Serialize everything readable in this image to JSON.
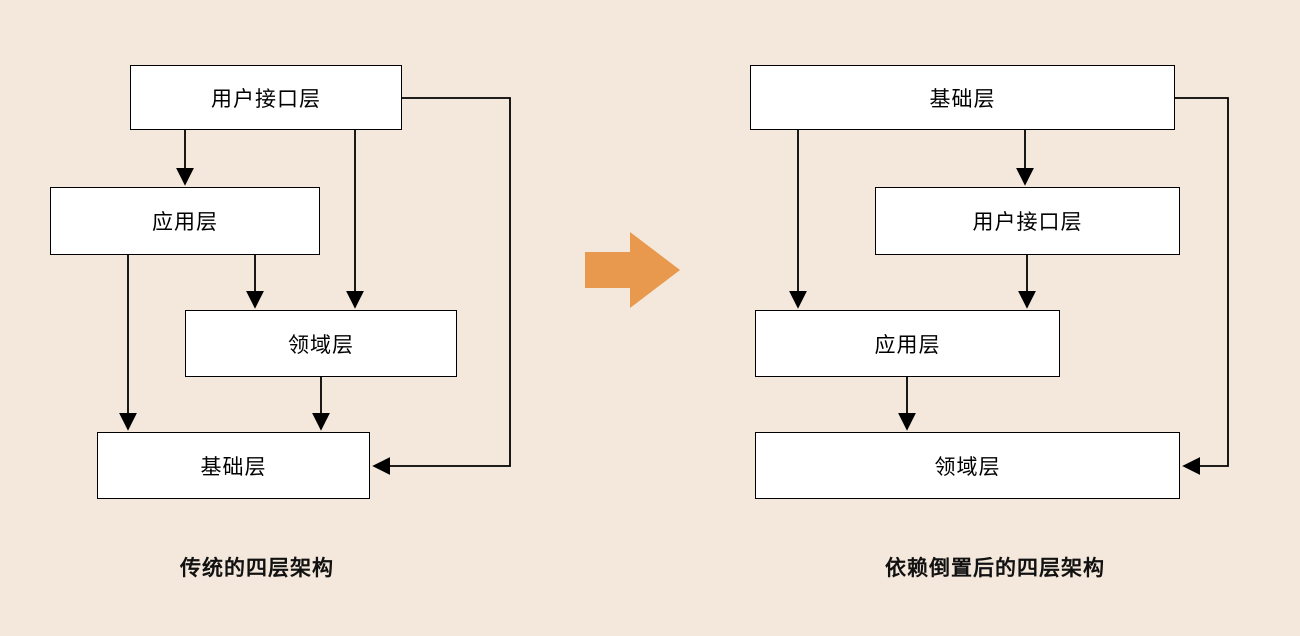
{
  "background_color": "#F4E8DC",
  "accent_color": "#E8994E",
  "line_color": "#000000",
  "box_fill_color": "#FFFFFF",
  "left_diagram": {
    "caption": "传统的四层架构",
    "boxes": [
      {
        "label": "用户接口层"
      },
      {
        "label": "应用层"
      },
      {
        "label": "领域层"
      },
      {
        "label": "基础层"
      }
    ],
    "arrows": [
      "用户接口层→应用层",
      "用户接口层→领域层",
      "用户接口层→基础层",
      "应用层→领域层",
      "应用层→基础层",
      "领域层→基础层"
    ]
  },
  "right_diagram": {
    "caption": "依赖倒置后的四层架构",
    "boxes": [
      {
        "label": "基础层"
      },
      {
        "label": "用户接口层"
      },
      {
        "label": "应用层"
      },
      {
        "label": "领域层"
      }
    ],
    "arrows": [
      "基础层→用户接口层",
      "基础层→应用层",
      "基础层→领域层",
      "用户接口层→应用层",
      "应用层→领域层"
    ]
  }
}
